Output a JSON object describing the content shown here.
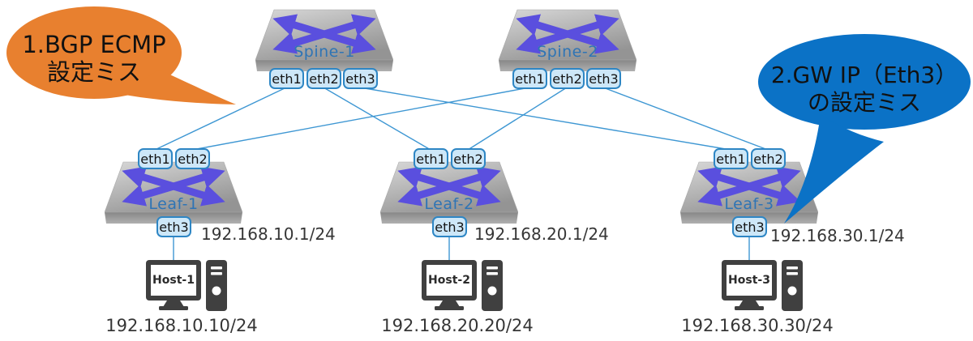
{
  "callouts": {
    "bgp": {
      "line1": "1.BGP ECMP",
      "line2": "設定ミス",
      "color": "#E8802F"
    },
    "gw": {
      "line1": "2.GW IP（Eth3）",
      "line2": "の設定ミス",
      "color": "#0B72C6"
    }
  },
  "spines": [
    {
      "name": "Spine-1",
      "ports": [
        "eth1",
        "eth2",
        "eth3"
      ]
    },
    {
      "name": "Spine-2",
      "ports": [
        "eth1",
        "eth2",
        "eth3"
      ]
    }
  ],
  "leaves": [
    {
      "name": "Leaf-1",
      "uplink_ports": [
        "eth1",
        "eth2"
      ],
      "host_port": "eth3",
      "ip": "192.168.10.1/24"
    },
    {
      "name": "Leaf-2",
      "uplink_ports": [
        "eth1",
        "eth2"
      ],
      "host_port": "eth3",
      "ip": "192.168.20.1/24"
    },
    {
      "name": "Leaf-3",
      "uplink_ports": [
        "eth1",
        "eth2"
      ],
      "host_port": "eth3",
      "ip": "192.168.30.1/24"
    }
  ],
  "hosts": [
    {
      "name": "Host-1",
      "ip": "192.168.10.10/24"
    },
    {
      "name": "Host-2",
      "ip": "192.168.20.20/24"
    },
    {
      "name": "Host-3",
      "ip": "192.168.30.30/24"
    }
  ],
  "links": [
    "Spine-1:eth1 - Leaf-1:eth1",
    "Spine-1:eth2 - Leaf-2:eth1",
    "Spine-1:eth3 - Leaf-3:eth1",
    "Spine-2:eth1 - Leaf-1:eth2",
    "Spine-2:eth2 - Leaf-2:eth2",
    "Spine-2:eth3 - Leaf-3:eth2",
    "Leaf-1:eth3 - Host-1",
    "Leaf-2:eth3 - Host-2",
    "Leaf-3:eth3 - Host-3"
  ],
  "colors": {
    "link_line": "#3E97D3",
    "port_fill": "#CDE7F8",
    "port_border": "#2E86C4",
    "switch_label": "#2E74B5",
    "switch_arrows": "#5A4FDE",
    "host_icon": "#404040",
    "callout_bgp": "#E8802F",
    "callout_gw": "#0B72C6"
  }
}
